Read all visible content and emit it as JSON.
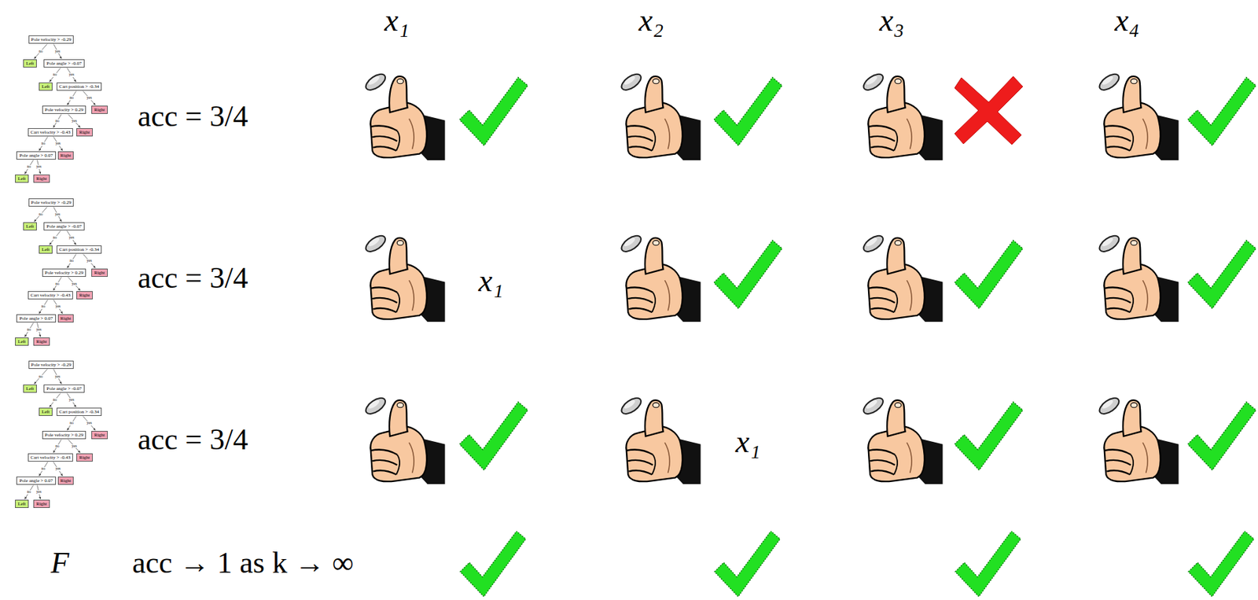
{
  "diagram": {
    "nodes": [
      {
        "text": [
          "Pole velocity > -0.29"
        ]
      },
      {
        "text": [
          "Left"
        ]
      },
      {
        "text": [
          "Pole angle > -0.07"
        ]
      },
      {
        "text": [
          "Left"
        ]
      },
      {
        "text": [
          "Cart position > -0.34"
        ]
      },
      {
        "text": [
          "Pole velocity > 0.29"
        ]
      },
      {
        "text": [
          "Right"
        ]
      },
      {
        "text": [
          "Cart velocity > -0.43"
        ]
      },
      {
        "text": [
          "Right"
        ]
      },
      {
        "text": [
          "Pole angle > 0.07"
        ]
      },
      {
        "text": [
          "Right"
        ]
      },
      {
        "text": [
          "Left"
        ]
      },
      {
        "text": [
          "Right"
        ]
      },
      {
        "text": [
          "Pole velocity > -0.29"
        ]
      },
      {
        "text": [
          "Left"
        ]
      },
      {
        "text": [
          "Pole angle > -0.07"
        ]
      },
      {
        "text": [
          "Left"
        ]
      },
      {
        "text": [
          "Cart position > -0.34"
        ]
      },
      {
        "text": [
          "Pole velocity > 0.29"
        ]
      },
      {
        "text": [
          "Right"
        ]
      },
      {
        "text": [
          "Cart velocity > -0.43"
        ]
      },
      {
        "text": [
          "Right"
        ]
      },
      {
        "text": [
          "Pole angle > 0.07"
        ]
      },
      {
        "text": [
          "Right"
        ]
      },
      {
        "text": [
          "Left"
        ]
      },
      {
        "text": [
          "Right"
        ]
      },
      {
        "text": [
          "Pole velocity > -0.29"
        ]
      },
      {
        "text": [
          "Left"
        ]
      },
      {
        "text": [
          "Pole angle > -0.07"
        ]
      },
      {
        "text": [
          "Left"
        ]
      },
      {
        "text": [
          "Cart position > -0.34"
        ]
      },
      {
        "text": [
          "Pole velocity > 0.29"
        ]
      },
      {
        "text": [
          "Right"
        ]
      },
      {
        "text": [
          "Cart velocity > -0.43"
        ]
      },
      {
        "text": [
          "Right"
        ]
      },
      {
        "text": [
          "Pole angle > 0.07"
        ]
      },
      {
        "text": [
          "Right"
        ]
      },
      {
        "text": [
          "Left"
        ]
      },
      {
        "text": [
          "Right"
        ]
      }
    ],
    "edges": [
      {
        "from": 0,
        "to": 1,
        "arrow": "to",
        "label": "no"
      },
      {
        "from": 0,
        "to": 2,
        "arrow": "to",
        "label": "yes"
      },
      {
        "from": 2,
        "to": 3,
        "arrow": "to",
        "label": "no"
      },
      {
        "from": 2,
        "to": 4,
        "arrow": "to",
        "label": "yes"
      },
      {
        "from": 4,
        "to": 5,
        "arrow": "to",
        "label": "no"
      },
      {
        "from": 4,
        "to": 6,
        "arrow": "to",
        "label": "yes"
      },
      {
        "from": 5,
        "to": 7,
        "arrow": "to",
        "label": "no"
      },
      {
        "from": 5,
        "to": 8,
        "arrow": "to",
        "label": "yes"
      },
      {
        "from": 7,
        "to": 9,
        "arrow": "to",
        "label": "no"
      },
      {
        "from": 7,
        "to": 10,
        "arrow": "to",
        "label": "yes"
      },
      {
        "from": 9,
        "to": 11,
        "arrow": "to",
        "label": "no"
      },
      {
        "from": 9,
        "to": 12,
        "arrow": "to",
        "label": "yes"
      },
      {
        "from": 13,
        "to": 14,
        "arrow": "to",
        "label": "no"
      },
      {
        "from": 13,
        "to": 15,
        "arrow": "to",
        "label": "yes"
      },
      {
        "from": 15,
        "to": 16,
        "arrow": "to",
        "label": "no"
      },
      {
        "from": 15,
        "to": 17,
        "arrow": "to",
        "label": "yes"
      },
      {
        "from": 17,
        "to": 18,
        "arrow": "to",
        "label": "no"
      },
      {
        "from": 17,
        "to": 19,
        "arrow": "to",
        "label": "yes"
      },
      {
        "from": 18,
        "to": 20,
        "arrow": "to",
        "label": "no"
      },
      {
        "from": 18,
        "to": 21,
        "arrow": "to",
        "label": "yes"
      },
      {
        "from": 20,
        "to": 22,
        "arrow": "to",
        "label": "no"
      },
      {
        "from": 20,
        "to": 23,
        "arrow": "to",
        "label": "yes"
      },
      {
        "from": 22,
        "to": 24,
        "arrow": "to",
        "label": "no"
      },
      {
        "from": 22,
        "to": 25,
        "arrow": "to",
        "label": "yes"
      },
      {
        "from": 26,
        "to": 27,
        "arrow": "to",
        "label": "no"
      },
      {
        "from": 26,
        "to": 28,
        "arrow": "to",
        "label": "yes"
      },
      {
        "from": 28,
        "to": 29,
        "arrow": "to",
        "label": "no"
      },
      {
        "from": 28,
        "to": 30,
        "arrow": "to",
        "label": "yes"
      },
      {
        "from": 30,
        "to": 31,
        "arrow": "to",
        "label": "no"
      },
      {
        "from": 30,
        "to": 32,
        "arrow": "to",
        "label": "yes"
      },
      {
        "from": 31,
        "to": 33,
        "arrow": "to",
        "label": "no"
      },
      {
        "from": 31,
        "to": 34,
        "arrow": "to",
        "label": "yes"
      },
      {
        "from": 33,
        "to": 35,
        "arrow": "to",
        "label": "no"
      },
      {
        "from": 33,
        "to": 36,
        "arrow": "to",
        "label": "yes"
      },
      {
        "from": 35,
        "to": 37,
        "arrow": "to",
        "label": "no"
      },
      {
        "from": 35,
        "to": 38,
        "arrow": "to",
        "label": "yes"
      }
    ],
    "labels": [
      "x₁",
      "x₂",
      "x₃",
      "x₄",
      "acc = 3/4",
      "acc = 3/4",
      "x₁",
      "acc = 3/4",
      "x₁",
      "F",
      "acc → 1 as k → ∞"
    ]
  }
}
